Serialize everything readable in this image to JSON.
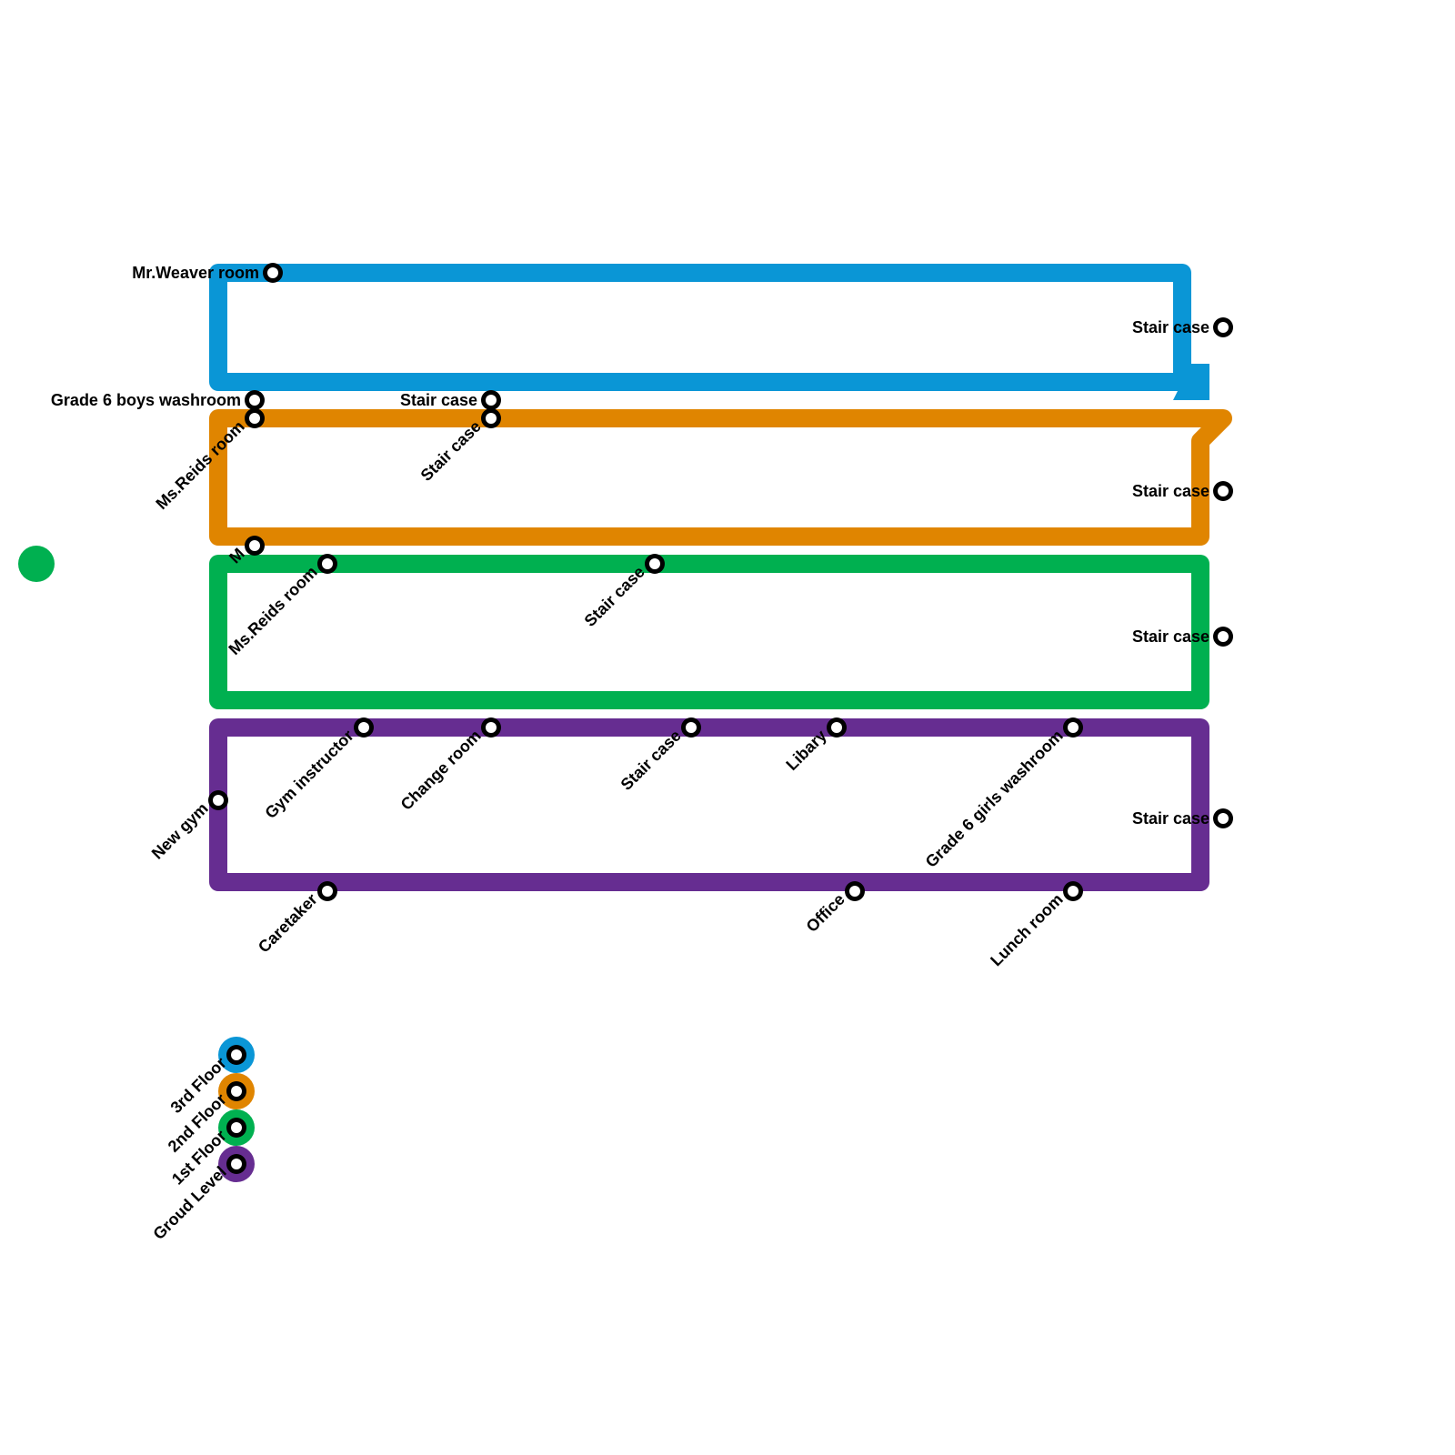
{
  "colors": {
    "third_floor": "#0a96d6",
    "second_floor": "#e08500",
    "first_floor": "#00b050",
    "ground_level": "#662d91",
    "station_fill": "#ffffff",
    "station_ring": "#000000",
    "label": "#000000"
  },
  "lines": [
    {
      "id": "third-floor-line",
      "color_key": "third_floor"
    },
    {
      "id": "second-floor-line",
      "color_key": "second_floor"
    },
    {
      "id": "first-floor-line",
      "color_key": "first_floor"
    },
    {
      "id": "ground-level-line",
      "color_key": "ground_level"
    }
  ],
  "stations": {
    "mr_weaver_room": "Mr.Weaver room",
    "grade6_boys_washroom": "Grade 6 boys washroom",
    "stair_case_3_mid": "Stair case",
    "stair_case_3_right": "Stair case",
    "ms_reids_room_2": "Ms.Reids room",
    "stair_case_2_mid": "Stair case",
    "stair_case_2_right": "Stair case",
    "m_2": "M",
    "ms_reids_room_1": "Ms.Reids room",
    "stair_case_1_mid": "Stair case",
    "stair_case_1_right": "Stair case",
    "gym_instructor": "Gym instructor",
    "change_room": "Change room",
    "stair_case_g_mid": "Stair case",
    "libary": "Libary",
    "grade6_girls_washroom": "Grade 6 girls washroom",
    "stair_case_g_right": "Stair case",
    "new_gym": "New gym",
    "caretaker": "Caretaker",
    "office": "Office",
    "lunch_room": "Lunch room"
  },
  "legend": {
    "third_floor": "3rd Floor",
    "second_floor": "2nd Floor",
    "first_floor": "1st Floor",
    "ground_level": "Groud Level"
  }
}
